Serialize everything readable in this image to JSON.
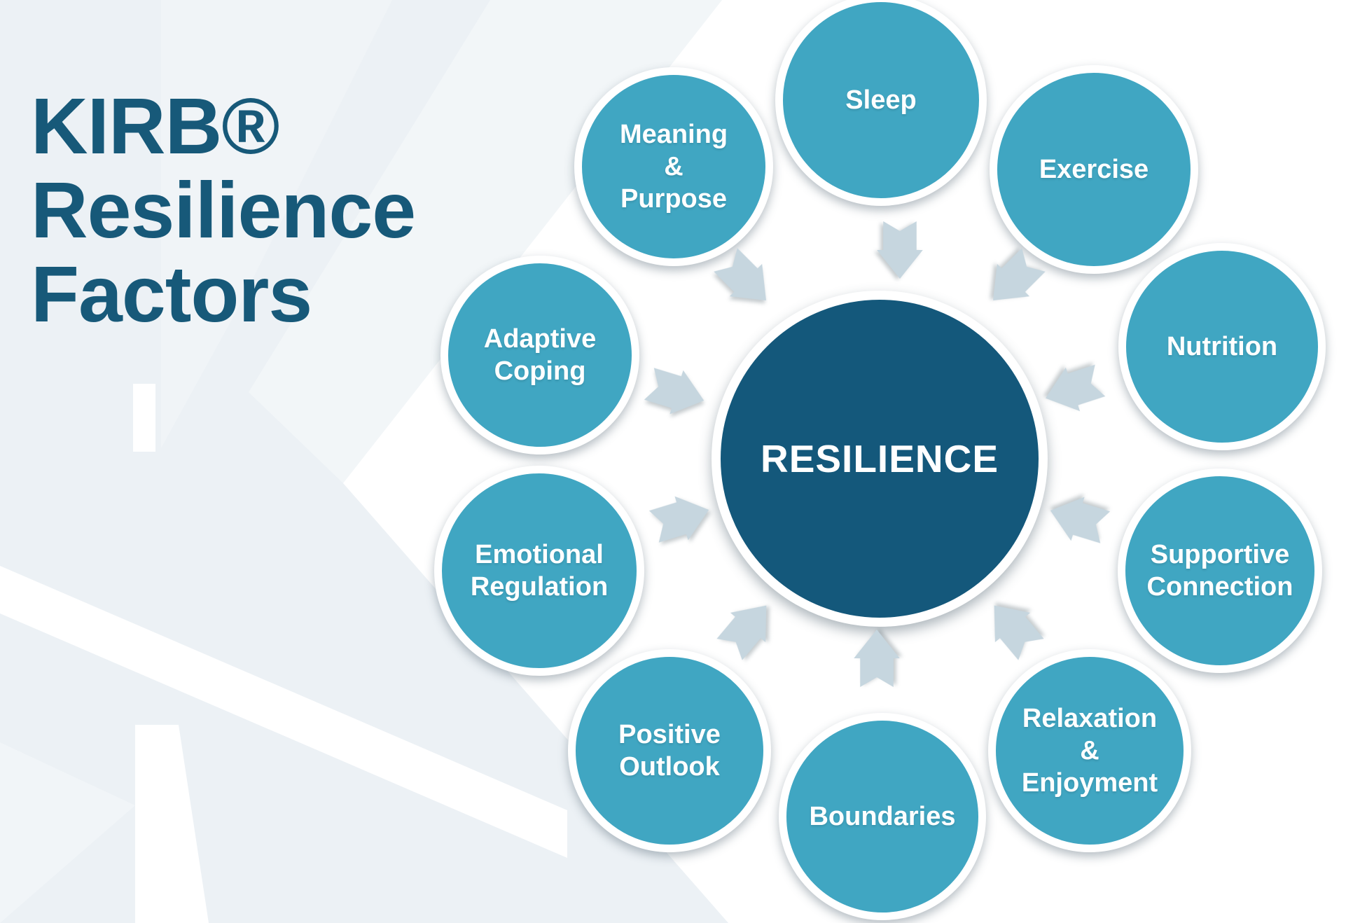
{
  "title": {
    "text": "KIRB®\nResilience\nFactors"
  },
  "center": {
    "label": "RESILIENCE"
  },
  "factors": [
    {
      "id": "sleep",
      "label": "Sleep"
    },
    {
      "id": "meaning-purpose",
      "label": "Meaning\n&\nPurpose"
    },
    {
      "id": "exercise",
      "label": "Exercise"
    },
    {
      "id": "adaptive-coping",
      "label": "Adaptive\nCoping"
    },
    {
      "id": "nutrition",
      "label": "Nutrition"
    },
    {
      "id": "emotional-regulation",
      "label": "Emotional\nRegulation"
    },
    {
      "id": "supportive-connection",
      "label": "Supportive\nConnection"
    },
    {
      "id": "positive-outlook",
      "label": "Positive\nOutlook"
    },
    {
      "id": "relaxation-enjoyment",
      "label": "Relaxation\n&\nEnjoyment"
    },
    {
      "id": "boundaries",
      "label": "Boundaries"
    }
  ],
  "colors": {
    "factor_fill": "#40A6C2",
    "center_fill": "#14587B",
    "arrow_fill": "#C6D6DF",
    "title_color": "#175979",
    "background": "#ECF1F5"
  }
}
